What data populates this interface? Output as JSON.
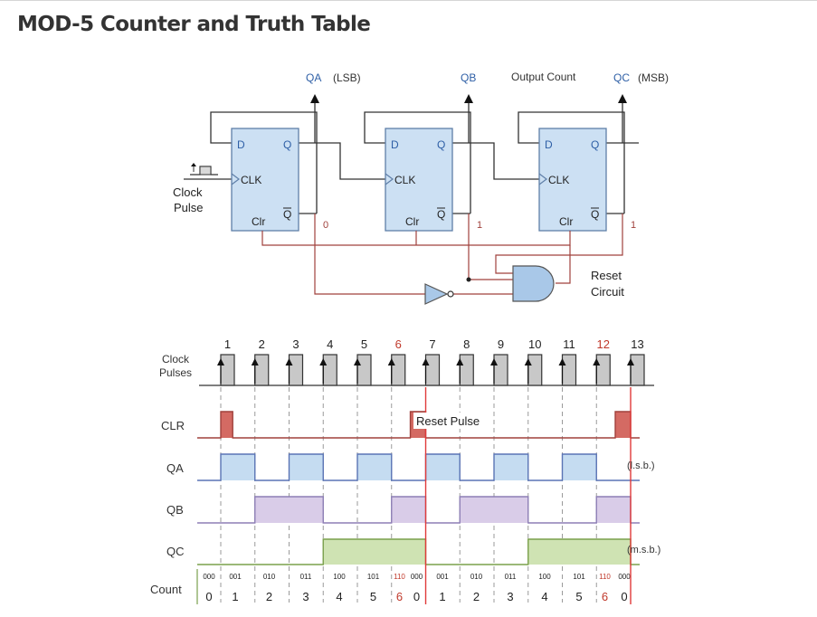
{
  "page": {
    "title": "MOD-5 Counter and Truth Table"
  },
  "circuit": {
    "labels": {
      "qa": "QA",
      "qa_note": "(LSB)",
      "qb": "QB",
      "output_count": "Output Count",
      "qc": "QC",
      "qc_note": "(MSB)",
      "clock": "Clock",
      "pulse": "Pulse",
      "reset": "Reset",
      "circuit": "Circuit"
    },
    "ff_pins": {
      "d": "D",
      "q": "Q",
      "clk": "CLK",
      "clr": "Clr",
      "qbar": "Q"
    },
    "qbar_values": [
      "0",
      "1",
      "1"
    ],
    "colors": {
      "wire": "#333333",
      "reset_wire": "#a0413c",
      "ff_fill": "#cce0f3",
      "ff_stroke": "#5f7fa8",
      "gate_fill": "#a9c8e8",
      "label_blue": "#2e5fa6"
    }
  },
  "timing": {
    "row_labels": {
      "clock": "Clock",
      "pulses": "Pulses",
      "clr": "CLR",
      "qa": "QA",
      "qb": "QB",
      "qc": "QC",
      "count": "Count"
    },
    "pulse_numbers": [
      "1",
      "2",
      "3",
      "4",
      "5",
      "6",
      "7",
      "8",
      "9",
      "10",
      "11",
      "12",
      "13"
    ],
    "highlight_pulses": [
      "6",
      "12"
    ],
    "reset_pulse_label": "Reset Pulse",
    "lsb_note": "(l.s.b.)",
    "msb_note": "(m.s.b.)",
    "count_binary": [
      "000",
      "001",
      "010",
      "011",
      "100",
      "101",
      "110",
      "000",
      "001",
      "010",
      "011",
      "100",
      "101",
      "110",
      "000"
    ],
    "count_decimal": [
      "0",
      "1",
      "2",
      "3",
      "4",
      "5",
      "6",
      "0",
      "1",
      "2",
      "3",
      "4",
      "5",
      "6",
      "0"
    ],
    "waveforms": {
      "clr_high_intervals": [
        [
          0,
          0.35
        ],
        [
          5.55,
          6.0
        ],
        [
          11.55,
          12.0
        ]
      ],
      "qa_high_intervals": [
        [
          0,
          1
        ],
        [
          2,
          3
        ],
        [
          4,
          5
        ],
        [
          6,
          7
        ],
        [
          8,
          9
        ],
        [
          10,
          11
        ]
      ],
      "qb_high_intervals": [
        [
          1,
          3
        ],
        [
          5,
          6
        ],
        [
          7,
          9
        ],
        [
          11,
          12
        ]
      ],
      "qc_high_intervals": [
        [
          3,
          6
        ],
        [
          9,
          12
        ]
      ]
    },
    "colors": {
      "clock": "#c8c8c8",
      "clr": "#d46a63",
      "qa": "#c5dcf1",
      "qb": "#d9cce8",
      "qc": "#cfe3b3",
      "trace": "#5a74b5",
      "reset_line": "#e03a3a",
      "red_text": "#c0392b"
    }
  }
}
